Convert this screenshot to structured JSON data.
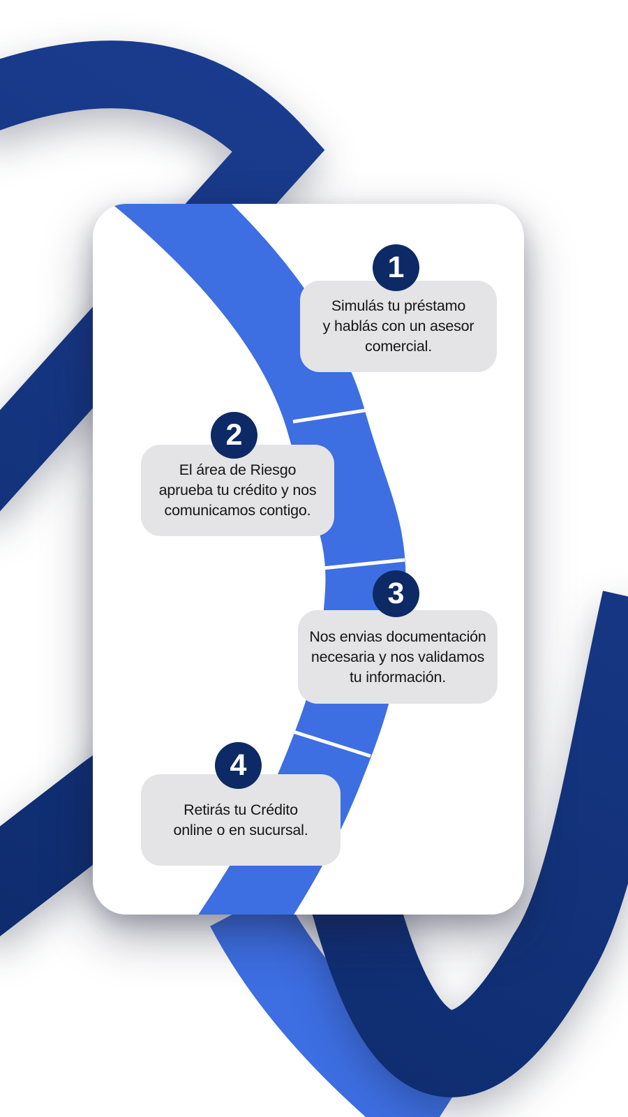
{
  "figure": {
    "description": "Four-step loan process infographic on a white rounded card with a blue ribbon arc and navy background swoosh"
  },
  "colors": {
    "background": "#ffffff",
    "swoosh_navy_dark": "#0c2968",
    "swoosh_navy_light": "#1e4097",
    "ribbon_blue": "#3d6ee2",
    "badge_navy": "#0d2a66",
    "box_gray": "#e4e4e6",
    "text_dark": "#151515",
    "number_white": "#ffffff"
  },
  "steps": [
    {
      "number": "1",
      "lines": [
        "Simulás tu préstamo",
        "y hablás con un asesor",
        "comercial."
      ]
    },
    {
      "number": "2",
      "lines": [
        "El área de Riesgo",
        "aprueba tu crédito y nos",
        "comunicamos contigo."
      ]
    },
    {
      "number": "3",
      "lines": [
        "Nos envias documentación",
        "necesaria y nos validamos",
        "tu información."
      ]
    },
    {
      "number": "4",
      "lines": [
        "Retirás tu Crédito",
        "online o en sucursal."
      ]
    }
  ]
}
